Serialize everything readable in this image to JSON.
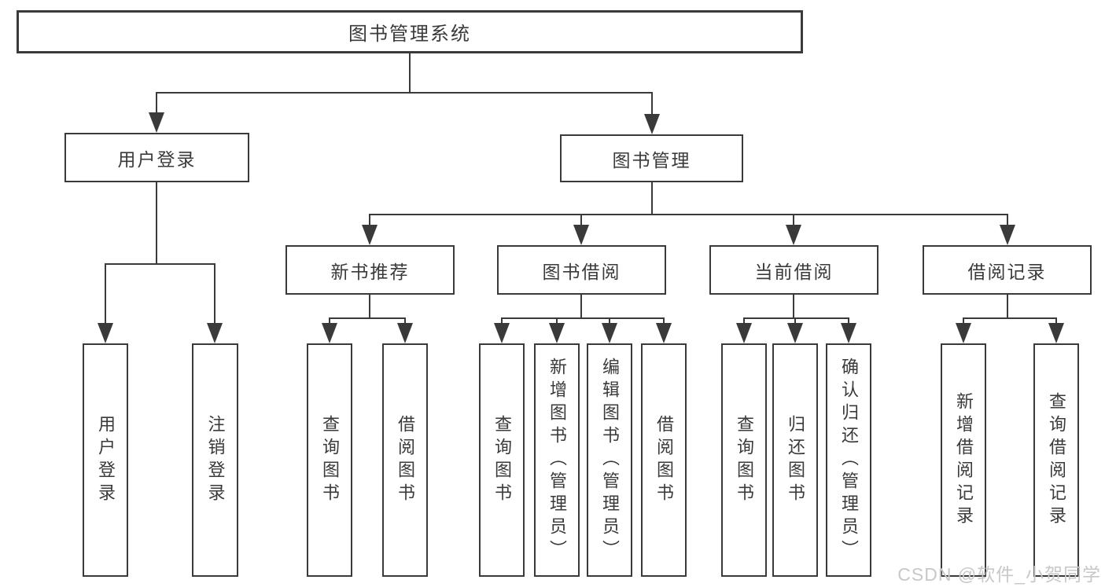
{
  "colors": {
    "line": "#3a3a3a",
    "text": "#3a3a3a",
    "watermark_text": "#c8c8c8",
    "background": "#ffffff"
  },
  "tree": {
    "root": {
      "label": "图书管理系统"
    },
    "branches": [
      {
        "label": "用户登录",
        "leaves": [
          "用户登录",
          "注销登录"
        ]
      },
      {
        "label": "图书管理",
        "groups": [
          {
            "label": "新书推荐",
            "leaves": [
              "查询图书",
              "借阅图书"
            ]
          },
          {
            "label": "图书借阅",
            "leaves": [
              "查询图书",
              "新增图书（管理员）",
              "编辑图书（管理员）",
              "借阅图书"
            ]
          },
          {
            "label": "当前借阅",
            "leaves": [
              "查询图书",
              "归还图书",
              "确认归还（管理员）"
            ]
          },
          {
            "label": "借阅记录",
            "leaves": [
              "新增借阅记录",
              "查询借阅记录"
            ]
          }
        ]
      }
    ]
  },
  "watermark": {
    "text": "CSDN @软件_小贺同学"
  }
}
